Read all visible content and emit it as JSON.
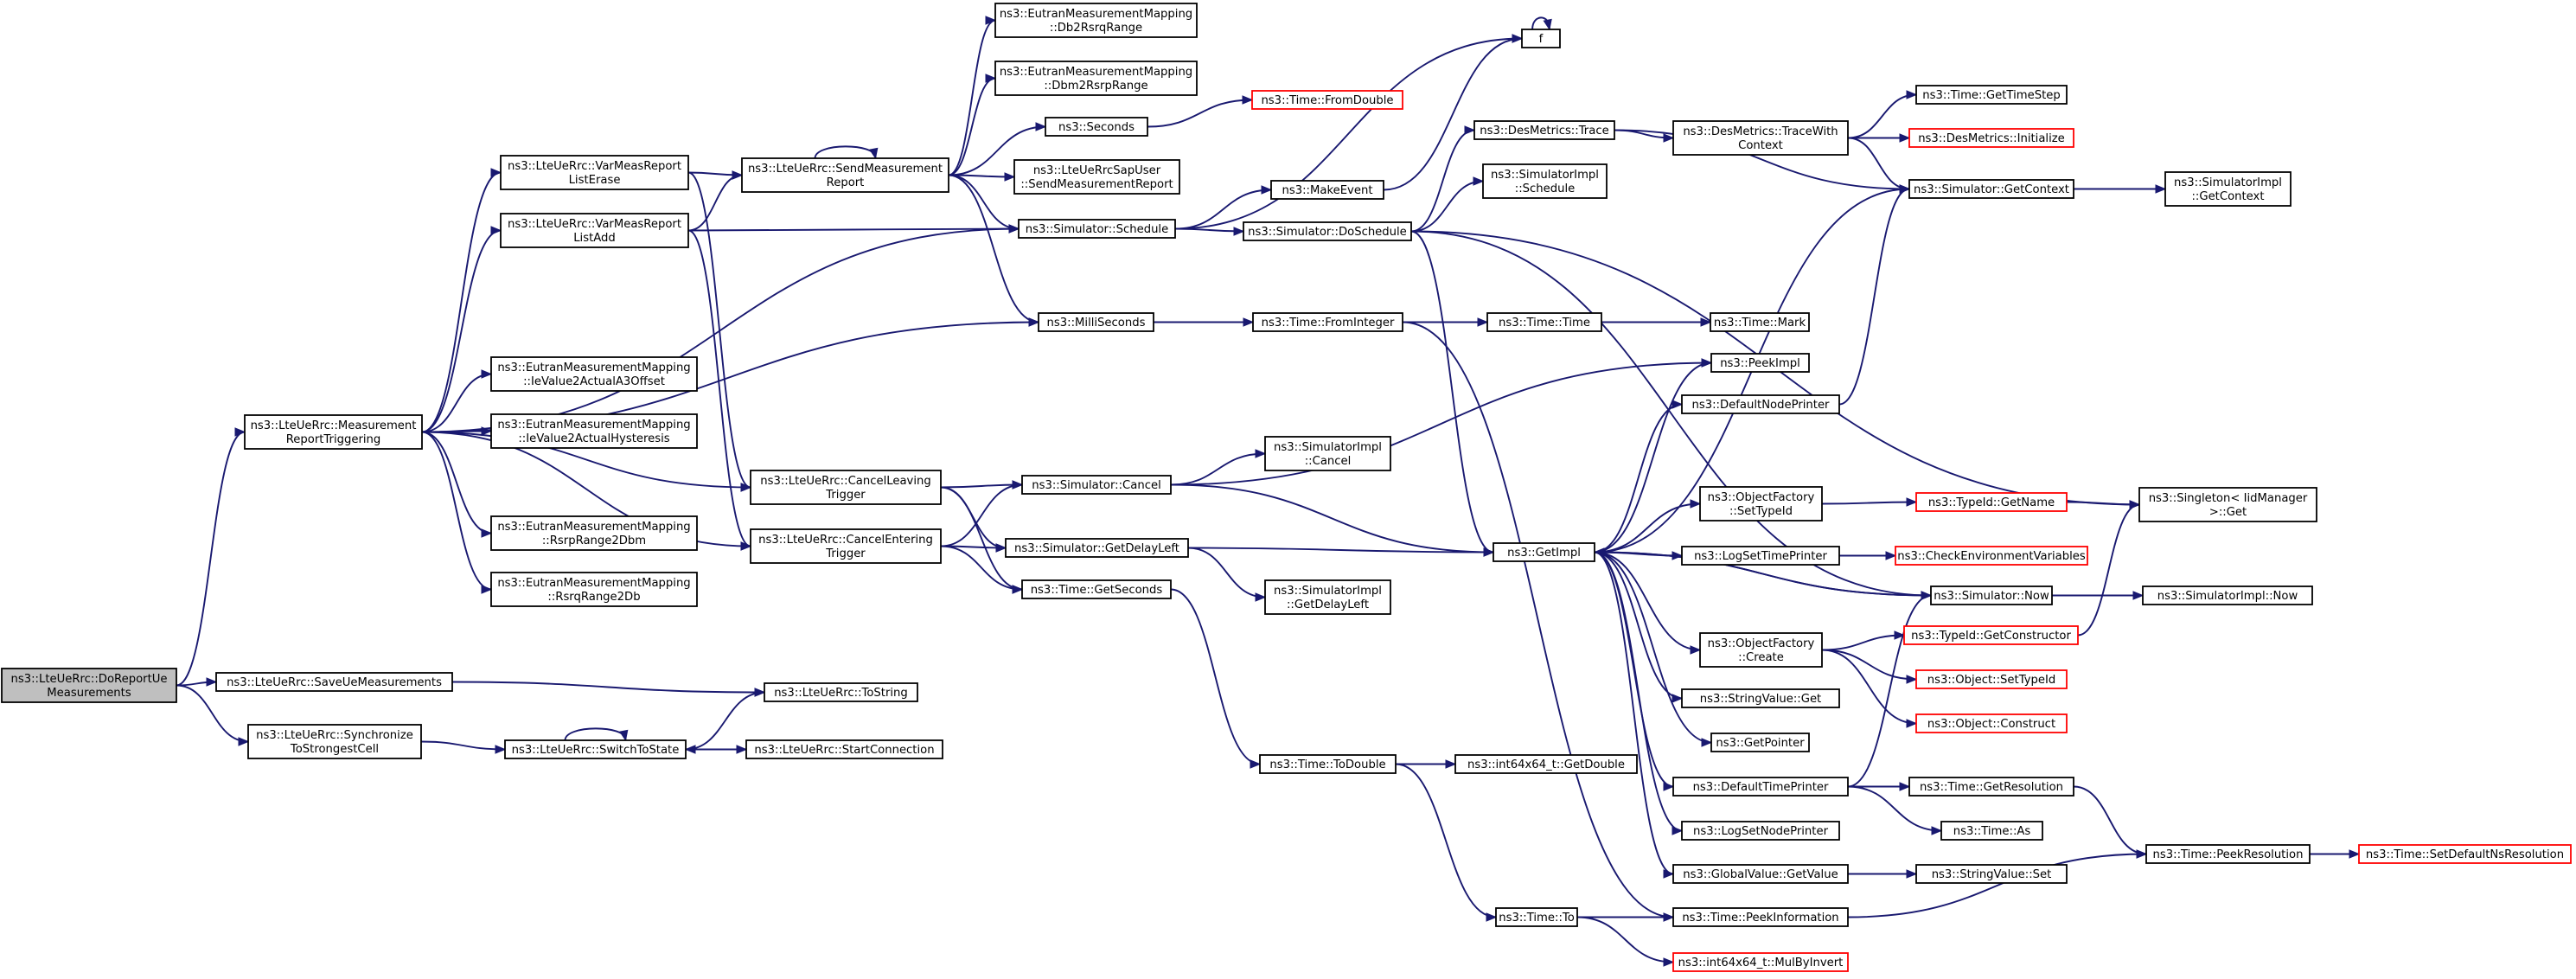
{
  "graph": {
    "colors": {
      "edge": "#191970",
      "border": "#000000",
      "border_external": "#ff0000",
      "root_fill": "#bfbfbf",
      "node_fill": "#ffffff"
    },
    "nodes": [
      {
        "id": "root",
        "lines": [
          "ns3::LteUeRrc::DoReportUe",
          "Measurements"
        ],
        "style": "root"
      },
      {
        "id": "mrt",
        "lines": [
          "ns3::LteUeRrc::Measurement",
          "ReportTriggering"
        ]
      },
      {
        "id": "vmerase",
        "lines": [
          "ns3::LteUeRrc::VarMeasReport",
          "ListErase"
        ]
      },
      {
        "id": "vmadd",
        "lines": [
          "ns3::LteUeRrc::VarMeasReport",
          "ListAdd"
        ]
      },
      {
        "id": "saveue",
        "lines": [
          "ns3::LteUeRrc::SaveUeMeasurements"
        ]
      },
      {
        "id": "sync",
        "lines": [
          "ns3::LteUeRrc::Synchronize",
          "ToStrongestCell"
        ]
      },
      {
        "id": "sendmr",
        "lines": [
          "ns3::LteUeRrc::SendMeasurement",
          "Report"
        ]
      },
      {
        "id": "ieA3",
        "lines": [
          "ns3::EutranMeasurementMapping",
          "::IeValue2ActualA3Offset"
        ]
      },
      {
        "id": "ieHys",
        "lines": [
          "ns3::EutranMeasurementMapping",
          "::IeValue2ActualHysteresis"
        ]
      },
      {
        "id": "rsrp2dbm",
        "lines": [
          "ns3::EutranMeasurementMapping",
          "::RsrpRange2Dbm"
        ]
      },
      {
        "id": "rsrq2db",
        "lines": [
          "ns3::EutranMeasurementMapping",
          "::RsrqRange2Db"
        ]
      },
      {
        "id": "cancelLeave",
        "lines": [
          "ns3::LteUeRrc::CancelLeaving",
          "Trigger"
        ]
      },
      {
        "id": "cancelEnter",
        "lines": [
          "ns3::LteUeRrc::CancelEntering",
          "Trigger"
        ]
      },
      {
        "id": "tostring",
        "lines": [
          "ns3::LteUeRrc::ToString"
        ]
      },
      {
        "id": "switch",
        "lines": [
          "ns3::LteUeRrc::SwitchToState"
        ]
      },
      {
        "id": "startconn",
        "lines": [
          "ns3::LteUeRrc::StartConnection"
        ]
      },
      {
        "id": "db2rsrq",
        "lines": [
          "ns3::EutranMeasurementMapping",
          "::Db2RsrqRange"
        ]
      },
      {
        "id": "dbm2rsrp",
        "lines": [
          "ns3::EutranMeasurementMapping",
          "::Dbm2RsrpRange"
        ]
      },
      {
        "id": "seconds",
        "lines": [
          "ns3::Seconds"
        ]
      },
      {
        "id": "sapuser",
        "lines": [
          "ns3::LteUeRrcSapUser",
          "::SendMeasurementReport"
        ]
      },
      {
        "id": "schedule",
        "lines": [
          "ns3::Simulator::Schedule"
        ]
      },
      {
        "id": "millis",
        "lines": [
          "ns3::MilliSeconds"
        ]
      },
      {
        "id": "simcancel",
        "lines": [
          "ns3::Simulator::Cancel"
        ]
      },
      {
        "id": "getdelay",
        "lines": [
          "ns3::Simulator::GetDelayLeft"
        ]
      },
      {
        "id": "getseconds",
        "lines": [
          "ns3::Time::GetSeconds"
        ]
      },
      {
        "id": "fromdouble",
        "lines": [
          "ns3::Time::FromDouble"
        ],
        "style": "red"
      },
      {
        "id": "makeevent",
        "lines": [
          "ns3::MakeEvent"
        ]
      },
      {
        "id": "doschedule",
        "lines": [
          "ns3::Simulator::DoSchedule"
        ]
      },
      {
        "id": "frominteger",
        "lines": [
          "ns3::Time::FromInteger"
        ]
      },
      {
        "id": "implcancel",
        "lines": [
          "ns3::SimulatorImpl",
          "::Cancel"
        ]
      },
      {
        "id": "implgetdelay",
        "lines": [
          "ns3::SimulatorImpl",
          "::GetDelayLeft"
        ]
      },
      {
        "id": "todouble",
        "lines": [
          "ns3::Time::ToDouble"
        ]
      },
      {
        "id": "timeto",
        "lines": [
          "ns3::Time::To"
        ]
      },
      {
        "id": "f",
        "lines": [
          "f"
        ]
      },
      {
        "id": "destrace",
        "lines": [
          "ns3::DesMetrics::Trace"
        ]
      },
      {
        "id": "implschedule",
        "lines": [
          "ns3::SimulatorImpl",
          "::Schedule"
        ]
      },
      {
        "id": "timetime",
        "lines": [
          "ns3::Time::Time"
        ]
      },
      {
        "id": "peekimpl",
        "lines": [
          "ns3::PeekImpl"
        ]
      },
      {
        "id": "defnodeprinter",
        "lines": [
          "ns3::DefaultNodePrinter"
        ]
      },
      {
        "id": "getimpl",
        "lines": [
          "ns3::GetImpl"
        ]
      },
      {
        "id": "ofsettypeid",
        "lines": [
          "ns3::ObjectFactory",
          "::SetTypeId"
        ]
      },
      {
        "id": "logsettimeprinter",
        "lines": [
          "ns3::LogSetTimePrinter"
        ]
      },
      {
        "id": "ofcreate",
        "lines": [
          "ns3::ObjectFactory",
          "::Create"
        ]
      },
      {
        "id": "stringvalueget",
        "lines": [
          "ns3::StringValue::Get"
        ]
      },
      {
        "id": "getpointer",
        "lines": [
          "ns3::GetPointer"
        ]
      },
      {
        "id": "deftimeprinter",
        "lines": [
          "ns3::DefaultTimePrinter"
        ]
      },
      {
        "id": "logsetnodeprinter",
        "lines": [
          "ns3::LogSetNodePrinter"
        ]
      },
      {
        "id": "gvgetvalue",
        "lines": [
          "ns3::GlobalValue::GetValue"
        ]
      },
      {
        "id": "peekinfo",
        "lines": [
          "ns3::Time::PeekInformation"
        ]
      },
      {
        "id": "int64getdouble",
        "lines": [
          "ns3::int64x64_t::GetDouble"
        ]
      },
      {
        "id": "mulbyinvert",
        "lines": [
          "ns3::int64x64_t::MulByInvert"
        ],
        "style": "red"
      },
      {
        "id": "tracewith",
        "lines": [
          "ns3::DesMetrics::TraceWith",
          "Context"
        ]
      },
      {
        "id": "timemark",
        "lines": [
          "ns3::Time::Mark"
        ]
      },
      {
        "id": "gettypename",
        "lines": [
          "ns3::TypeId::GetName"
        ],
        "style": "red"
      },
      {
        "id": "checkenv",
        "lines": [
          "ns3::CheckEnvironmentVariables"
        ],
        "style": "red"
      },
      {
        "id": "simnow",
        "lines": [
          "ns3::Simulator::Now"
        ]
      },
      {
        "id": "getconstructor",
        "lines": [
          "ns3::TypeId::GetConstructor"
        ],
        "style": "red"
      },
      {
        "id": "objsettypeid",
        "lines": [
          "ns3::Object::SetTypeId"
        ],
        "style": "red"
      },
      {
        "id": "objconstruct",
        "lines": [
          "ns3::Object::Construct"
        ],
        "style": "red"
      },
      {
        "id": "getresolution",
        "lines": [
          "ns3::Time::GetResolution"
        ]
      },
      {
        "id": "timeas",
        "lines": [
          "ns3::Time::As"
        ]
      },
      {
        "id": "svset",
        "lines": [
          "ns3::StringValue::Set"
        ]
      },
      {
        "id": "gettimestep",
        "lines": [
          "ns3::Time::GetTimeStep"
        ]
      },
      {
        "id": "desinit",
        "lines": [
          "ns3::DesMetrics::Initialize"
        ],
        "style": "red"
      },
      {
        "id": "getcontext",
        "lines": [
          "ns3::Simulator::GetContext"
        ]
      },
      {
        "id": "singleton",
        "lines": [
          "ns3::Singleton< IidManager",
          ">::Get"
        ]
      },
      {
        "id": "implnow",
        "lines": [
          "ns3::SimulatorImpl::Now"
        ]
      },
      {
        "id": "peekres",
        "lines": [
          "ns3::Time::PeekResolution"
        ]
      },
      {
        "id": "implgetcontext",
        "lines": [
          "ns3::SimulatorImpl",
          "::GetContext"
        ]
      },
      {
        "id": "setdefaultns",
        "lines": [
          "ns3::Time::SetDefaultNsResolution"
        ],
        "style": "red"
      }
    ],
    "edges": [
      [
        "root",
        "mrt"
      ],
      [
        "root",
        "saveue"
      ],
      [
        "root",
        "sync"
      ],
      [
        "mrt",
        "vmerase"
      ],
      [
        "mrt",
        "vmadd"
      ],
      [
        "mrt",
        "schedule"
      ],
      [
        "mrt",
        "millis"
      ],
      [
        "mrt",
        "ieA3"
      ],
      [
        "mrt",
        "ieHys"
      ],
      [
        "mrt",
        "rsrp2dbm"
      ],
      [
        "mrt",
        "rsrq2db"
      ],
      [
        "mrt",
        "cancelLeave"
      ],
      [
        "mrt",
        "cancelEnter"
      ],
      [
        "vmerase",
        "sendmr"
      ],
      [
        "vmerase",
        "cancelLeave"
      ],
      [
        "vmadd",
        "sendmr"
      ],
      [
        "vmadd",
        "schedule"
      ],
      [
        "vmadd",
        "cancelEnter"
      ],
      [
        "sendmr",
        "sendmr"
      ],
      [
        "sendmr",
        "db2rsrq"
      ],
      [
        "sendmr",
        "dbm2rsrp"
      ],
      [
        "sendmr",
        "seconds"
      ],
      [
        "sendmr",
        "sapuser"
      ],
      [
        "sendmr",
        "schedule"
      ],
      [
        "sendmr",
        "millis"
      ],
      [
        "saveue",
        "tostring"
      ],
      [
        "sync",
        "switch"
      ],
      [
        "switch",
        "switch"
      ],
      [
        "switch",
        "tostring"
      ],
      [
        "switch",
        "startconn"
      ],
      [
        "startconn",
        "switch"
      ],
      [
        "cancelLeave",
        "simcancel"
      ],
      [
        "cancelLeave",
        "getdelay"
      ],
      [
        "cancelLeave",
        "getseconds"
      ],
      [
        "cancelEnter",
        "simcancel"
      ],
      [
        "cancelEnter",
        "getdelay"
      ],
      [
        "cancelEnter",
        "getseconds"
      ],
      [
        "seconds",
        "fromdouble"
      ],
      [
        "schedule",
        "makeevent"
      ],
      [
        "schedule",
        "doschedule"
      ],
      [
        "schedule",
        "f"
      ],
      [
        "millis",
        "frominteger"
      ],
      [
        "simcancel",
        "implcancel"
      ],
      [
        "simcancel",
        "getimpl"
      ],
      [
        "simcancel",
        "peekimpl"
      ],
      [
        "getdelay",
        "getimpl"
      ],
      [
        "getdelay",
        "implgetdelay"
      ],
      [
        "getseconds",
        "todouble"
      ],
      [
        "makeevent",
        "f"
      ],
      [
        "f",
        "f"
      ],
      [
        "doschedule",
        "destrace"
      ],
      [
        "doschedule",
        "implschedule"
      ],
      [
        "doschedule",
        "getimpl"
      ],
      [
        "doschedule",
        "simnow"
      ],
      [
        "doschedule",
        "singleton"
      ],
      [
        "frominteger",
        "timetime"
      ],
      [
        "frominteger",
        "peekinfo"
      ],
      [
        "todouble",
        "int64getdouble"
      ],
      [
        "todouble",
        "timeto"
      ],
      [
        "timeto",
        "peekinfo"
      ],
      [
        "timeto",
        "mulbyinvert"
      ],
      [
        "destrace",
        "tracewith"
      ],
      [
        "destrace",
        "getcontext"
      ],
      [
        "tracewith",
        "gettimestep"
      ],
      [
        "tracewith",
        "desinit"
      ],
      [
        "tracewith",
        "getcontext"
      ],
      [
        "getcontext",
        "implgetcontext"
      ],
      [
        "timetime",
        "timemark"
      ],
      [
        "defnodeprinter",
        "getcontext"
      ],
      [
        "getimpl",
        "peekimpl"
      ],
      [
        "getimpl",
        "defnodeprinter"
      ],
      [
        "getimpl",
        "getcontext"
      ],
      [
        "getimpl",
        "ofsettypeid"
      ],
      [
        "getimpl",
        "logsettimeprinter"
      ],
      [
        "getimpl",
        "ofcreate"
      ],
      [
        "getimpl",
        "stringvalueget"
      ],
      [
        "getimpl",
        "getpointer"
      ],
      [
        "getimpl",
        "deftimeprinter"
      ],
      [
        "getimpl",
        "logsetnodeprinter"
      ],
      [
        "getimpl",
        "gvgetvalue"
      ],
      [
        "getimpl",
        "simnow"
      ],
      [
        "ofsettypeid",
        "gettypename"
      ],
      [
        "gettypename",
        "singleton"
      ],
      [
        "logsettimeprinter",
        "checkenv"
      ],
      [
        "simnow",
        "getimpl"
      ],
      [
        "simnow",
        "implnow"
      ],
      [
        "ofcreate",
        "getconstructor"
      ],
      [
        "ofcreate",
        "objsettypeid"
      ],
      [
        "ofcreate",
        "objconstruct"
      ],
      [
        "getconstructor",
        "singleton"
      ],
      [
        "deftimeprinter",
        "getresolution"
      ],
      [
        "deftimeprinter",
        "timeas"
      ],
      [
        "deftimeprinter",
        "simnow"
      ],
      [
        "getresolution",
        "peekres"
      ],
      [
        "gvgetvalue",
        "svset"
      ],
      [
        "peekinfo",
        "peekres"
      ],
      [
        "peekres",
        "setdefaultns"
      ]
    ]
  }
}
